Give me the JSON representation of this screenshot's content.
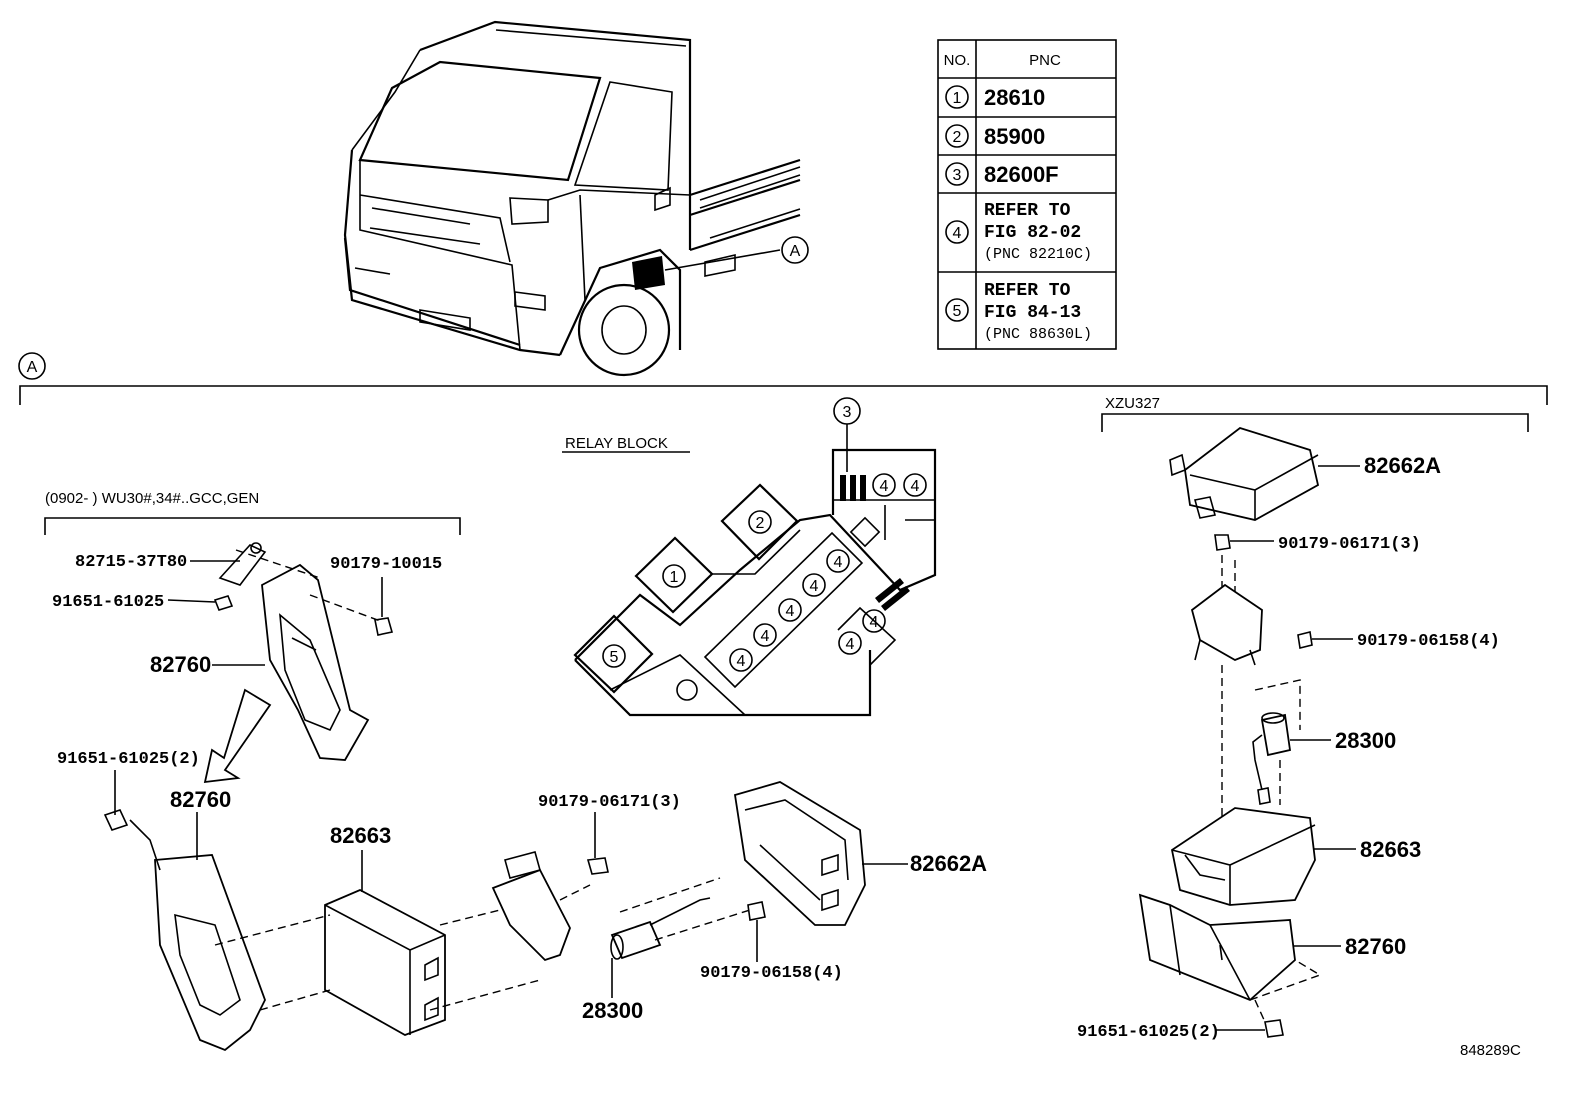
{
  "table": {
    "header_no": "NO.",
    "header_pnc": "PNC",
    "rows": [
      {
        "no": "1",
        "pnc": "28610"
      },
      {
        "no": "2",
        "pnc": "85900"
      },
      {
        "no": "3",
        "pnc": "82600F"
      },
      {
        "no": "4",
        "line1": "REFER TO",
        "line2": "FIG 82-02",
        "line3": "(PNC 82210C)"
      },
      {
        "no": "5",
        "line1": "REFER TO",
        "line2": "FIG 84-13",
        "line3": "(PNC 88630L)"
      }
    ]
  },
  "callout_a": "A",
  "section_a": "A",
  "relay_block_title": "RELAY BLOCK",
  "variant_left": "(0902-      )  WU30#,34#..GCC,GEN",
  "variant_right": "XZU327",
  "relay_numbers": {
    "one": "1",
    "two": "2",
    "three": "3",
    "five": "5",
    "four": "4"
  },
  "parts_left": {
    "p82715": "82715-37T80",
    "p90179_10015": "90179-10015",
    "p91651_61025": "91651-61025",
    "p82760_a": "82760",
    "p91651_61025_2": "91651-61025(2)",
    "p82760_b": "82760",
    "p82663": "82663",
    "p90179_06171_3": "90179-06171(3)",
    "p82662a": "82662A",
    "p90179_06158_4": "90179-06158(4)",
    "p28300": "28300"
  },
  "parts_right": {
    "p82662a": "82662A",
    "p90179_06171_3": "90179-06171(3)",
    "p90179_06158_4": "90179-06158(4)",
    "p28300": "28300",
    "p82663": "82663",
    "p82760": "82760",
    "p91651_61025_2": "91651-61025(2)"
  },
  "figure_id": "848289C"
}
